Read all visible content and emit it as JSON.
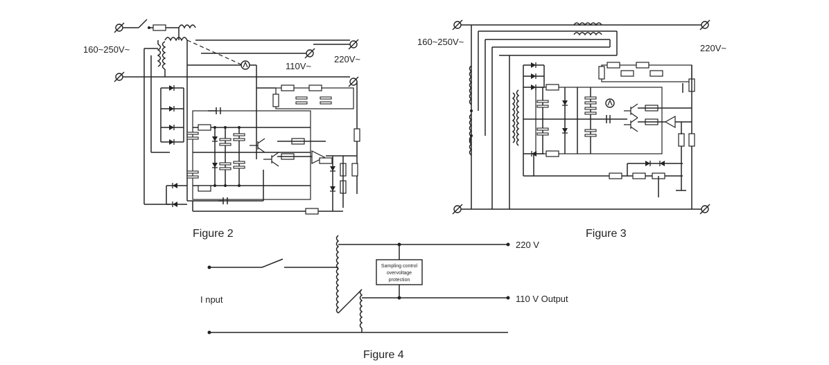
{
  "figure2": {
    "caption": "Figure 2",
    "input_label": "160~250V~",
    "out_220": "220V~",
    "out_110": "110V~"
  },
  "figure3": {
    "caption": "Figure 3",
    "input_label": "160~250V~",
    "out_220": "220V~"
  },
  "figure4": {
    "caption": "Figure 4",
    "input_label": "I nput",
    "out_220": "220 V",
    "out_110": "110 V  Output",
    "box_line1": "Sampling control",
    "box_line2": "overvoltage",
    "box_line3": "protection"
  }
}
